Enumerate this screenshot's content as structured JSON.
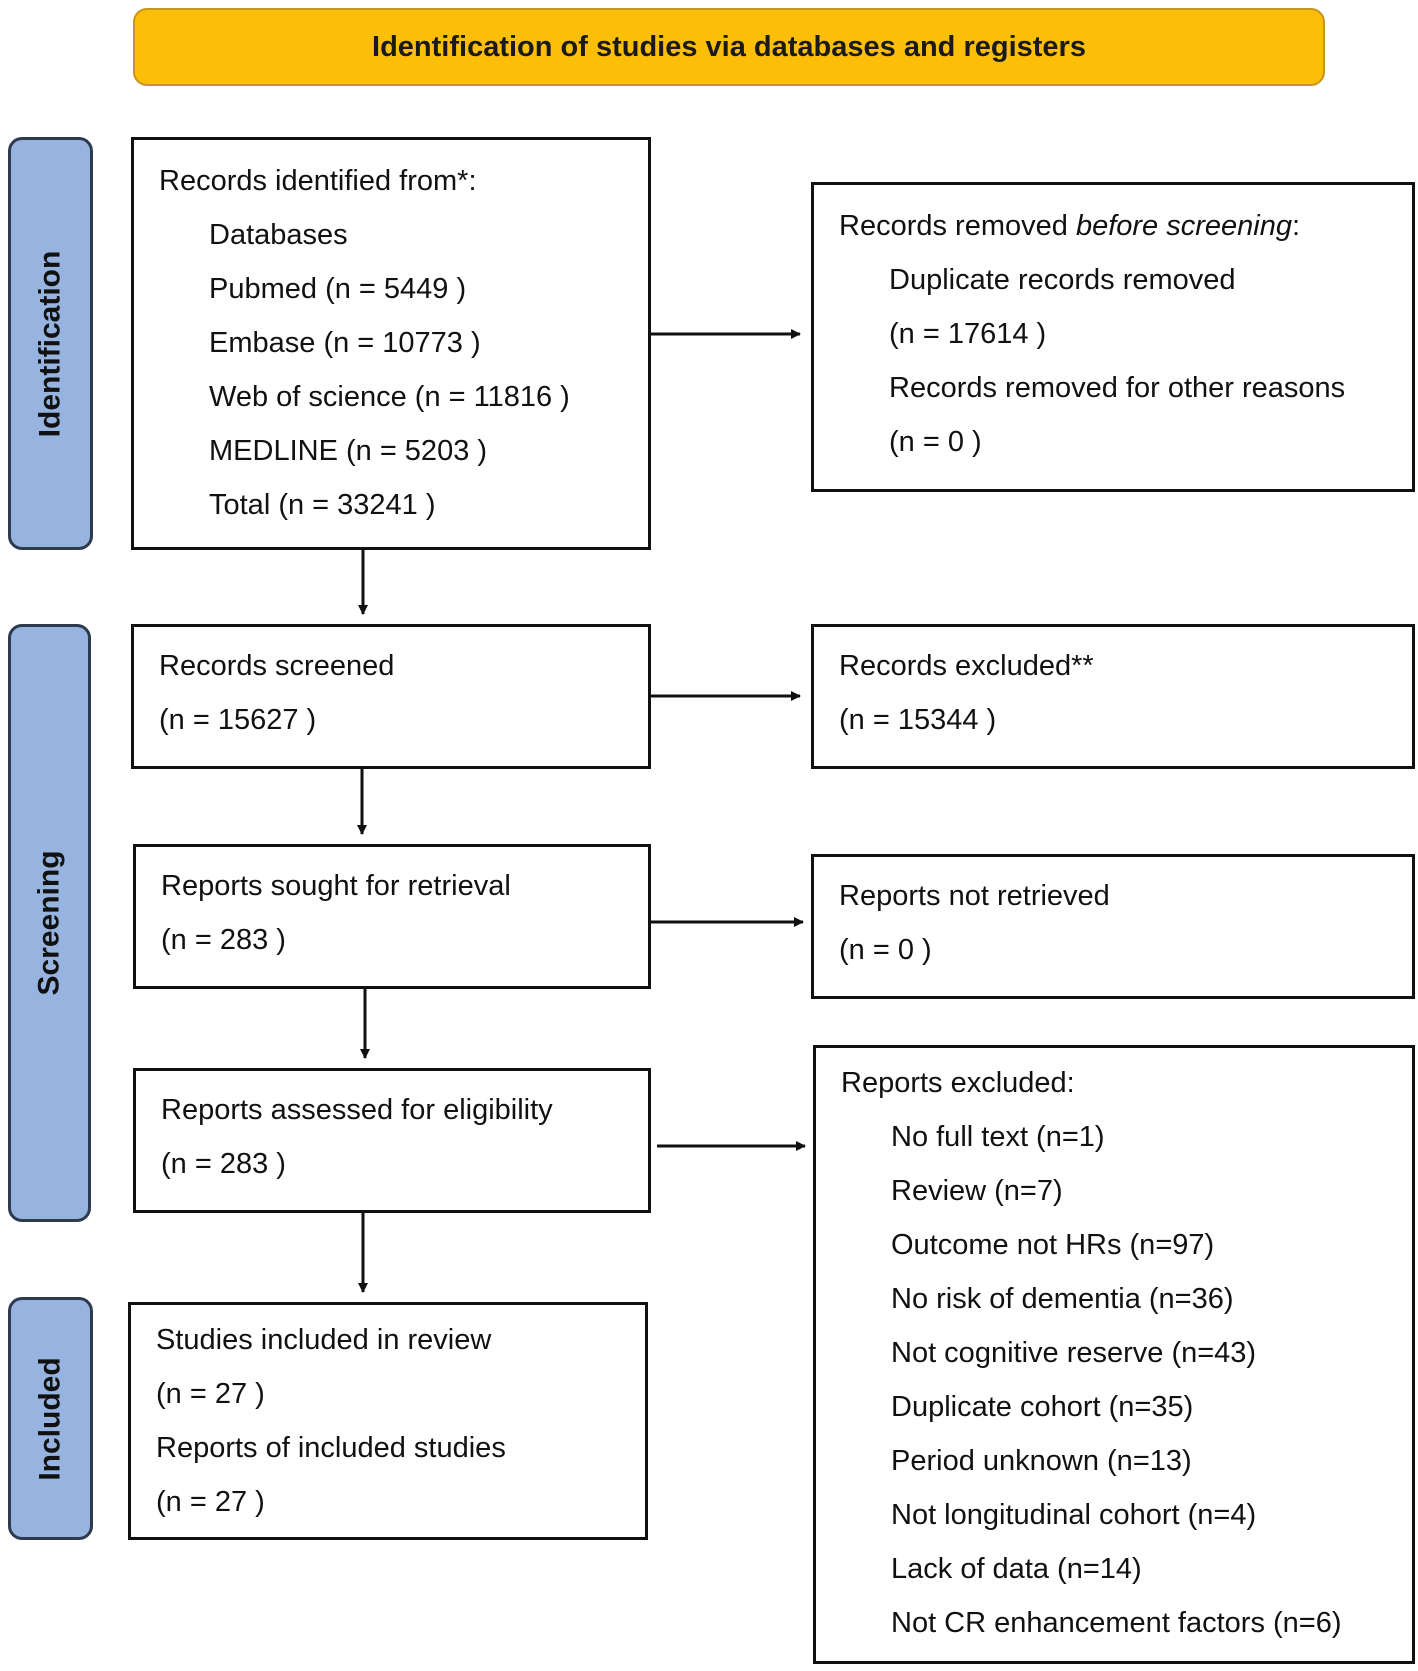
{
  "header": {
    "title": "Identification of studies via databases and registers"
  },
  "phases": {
    "identification": "Identification",
    "screening": "Screening",
    "included": "Included"
  },
  "records_identified": {
    "title": "Records identified from*:",
    "databases_label": "Databases",
    "pubmed": "Pubmed (n = 5449 )",
    "embase": "Embase (n = 10773 )",
    "wos": "Web of science  (n = 11816 )",
    "medline": "MEDLINE (n = 5203 )",
    "total": "Total (n = 33241 )"
  },
  "records_removed": {
    "title_prefix": "Records removed ",
    "title_italic": "before screening",
    "title_suffix": ":",
    "duplicates_label": "Duplicate records removed",
    "duplicates_n": "(n = 17614 )",
    "other_label": "Records removed for other reasons",
    "other_n": "(n = 0 )"
  },
  "records_screened": {
    "label": "Records screened",
    "n": "(n = 15627 )"
  },
  "records_excluded": {
    "label": "Records excluded**",
    "n": "(n = 15344 )"
  },
  "reports_sought": {
    "label": "Reports sought for retrieval",
    "n": "(n = 283 )"
  },
  "reports_not_retrieved": {
    "label": "Reports not retrieved",
    "n": "(n = 0 )"
  },
  "reports_assessed": {
    "label": "Reports assessed for eligibility",
    "n": "(n = 283 )"
  },
  "reports_excluded": {
    "title": "Reports excluded:",
    "reasons": [
      "No full text (n=1)",
      "Review (n=7)",
      "Outcome not HRs (n=97)",
      "No risk of dementia (n=36)",
      "Not cognitive reserve (n=43)",
      "Duplicate cohort (n=35)",
      "Period unknown (n=13)",
      "Not longitudinal cohort (n=4)",
      "Lack of data (n=14)",
      "Not CR enhancement factors (n=6)"
    ]
  },
  "studies_included": {
    "studies_label": "Studies included in review",
    "studies_n": "(n = 27 )",
    "reports_label": "Reports of included studies",
    "reports_n": "(n = 27 )"
  }
}
